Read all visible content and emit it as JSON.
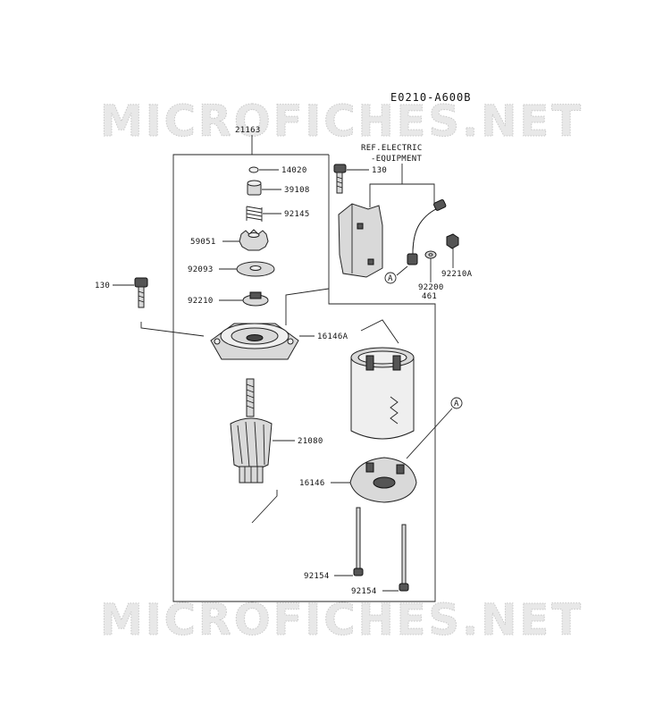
{
  "diagram_code": "E0210-A600B",
  "watermark_top": "MICROFICHES.NET",
  "watermark_bottom": "MICROFICHES.NET",
  "ref_line1": "REF.ELECTRIC",
  "ref_line2": "-EQUIPMENT",
  "callout_letter": "A",
  "parts": {
    "p21163": "21163",
    "p14020": "14020",
    "p39108": "39108",
    "p92145": "92145",
    "p59051": "59051",
    "p92093": "92093",
    "p92210": "92210",
    "p16146A": "16146A",
    "p21080": "21080",
    "p16146": "16146",
    "p92154a": "92154",
    "p92154b": "92154",
    "p130a": "130",
    "p130b": "130",
    "p92210A": "92210A",
    "p92200": "92200",
    "p461": "461"
  }
}
